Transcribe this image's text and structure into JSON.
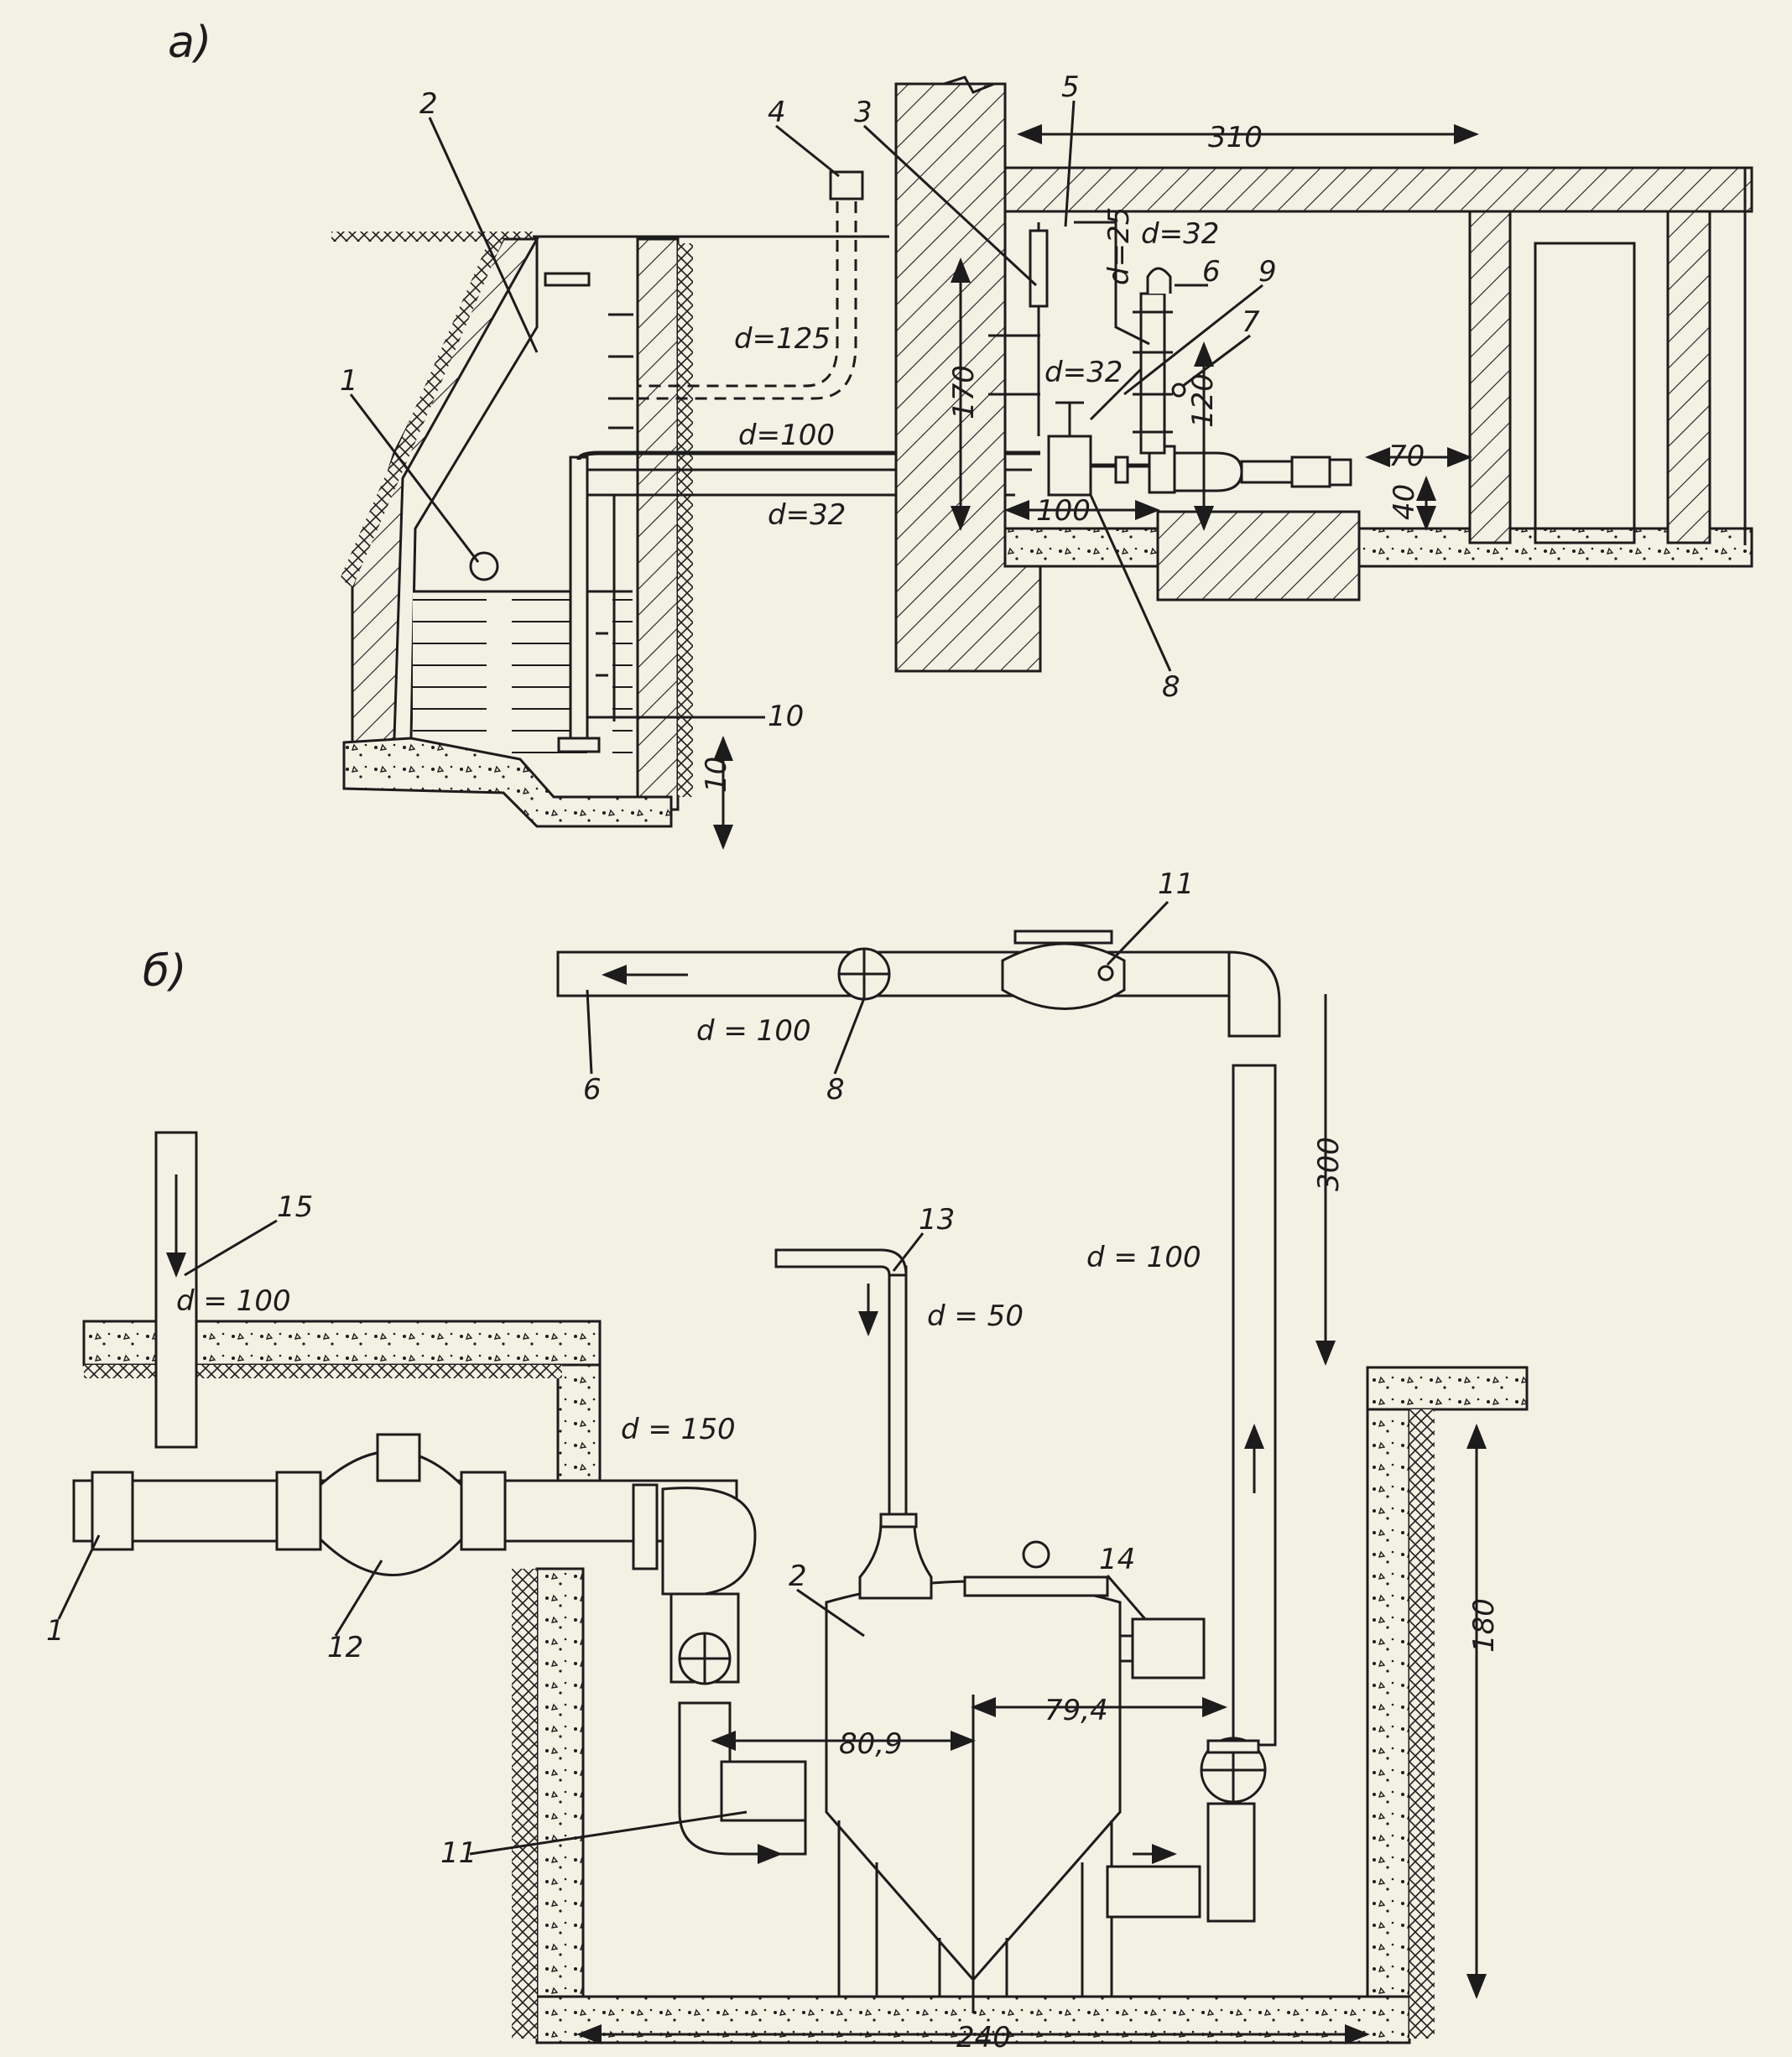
{
  "section_a": {
    "title": "а)",
    "labels": {
      "n1": "1",
      "n2": "2",
      "n3": "3",
      "n4": "4",
      "n5": "5",
      "n6": "6",
      "n7": "7",
      "n8": "8",
      "n9": "9",
      "n10": "10"
    },
    "pipe_labels": {
      "d125": "d=125",
      "d100": "d=100",
      "d32a": "d=32",
      "d32b": "d=32",
      "d32c": "d=32",
      "d25": "d=25"
    },
    "dims": {
      "w310": "310",
      "h170": "170",
      "h120": "120",
      "w100": "100",
      "w70": "70",
      "h40": "40",
      "h10": "10"
    }
  },
  "section_b": {
    "title": "б)",
    "labels": {
      "n1": "1",
      "n2": "2",
      "n6": "6",
      "n8": "8",
      "n11a": "11",
      "n11b": "11",
      "n12": "12",
      "n13": "13",
      "n14": "14",
      "n15": "15"
    },
    "pipe_labels": {
      "d100a": "d = 100",
      "d100b": "d = 100",
      "d100c": "d = 100",
      "d150": "d = 150",
      "d50": "d = 50"
    },
    "dims": {
      "h300": "300",
      "h180": "180",
      "w240": "240",
      "w809": "80,9",
      "w794": "79,4"
    }
  }
}
